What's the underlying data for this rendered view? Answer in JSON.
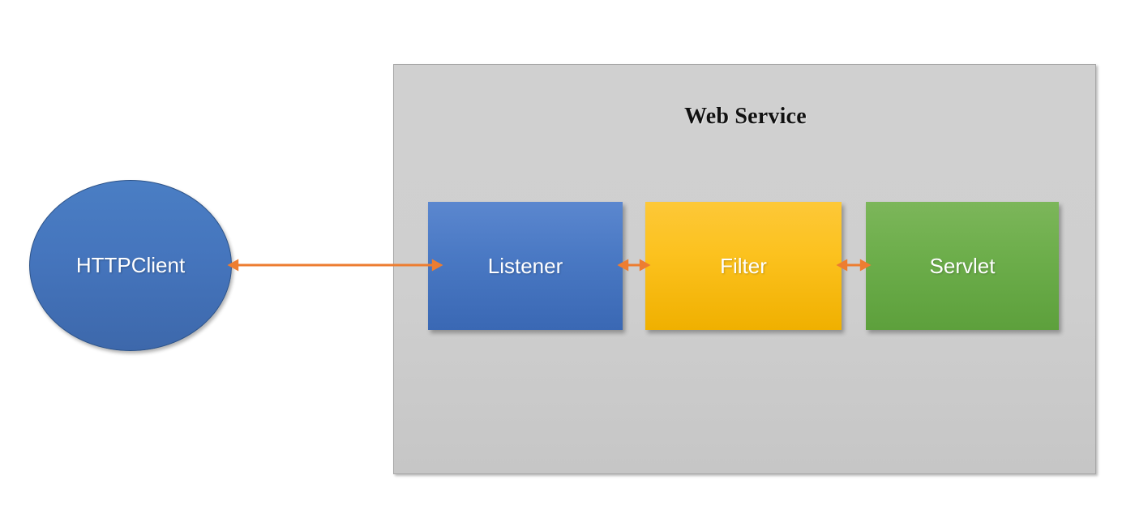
{
  "diagram": {
    "title": "Web Service",
    "background_color": "#ffffff",
    "panel": {
      "label": "Web Service",
      "fill_color": "#cfcfcf",
      "border_color": "#a6a6a6"
    },
    "client": {
      "label": "HTTPClient",
      "shape": "ellipse",
      "fill_color": "#4575bd",
      "text_color": "#ffffff"
    },
    "nodes": [
      {
        "id": "listener",
        "label": "Listener",
        "shape": "rectangle",
        "fill_color": "#4a79c4",
        "text_color": "#ffffff"
      },
      {
        "id": "filter",
        "label": "Filter",
        "shape": "rectangle",
        "fill_color": "#fcc21f",
        "text_color": "#ffffff"
      },
      {
        "id": "servlet",
        "label": "Servlet",
        "shape": "rectangle",
        "fill_color": "#6dae4b",
        "text_color": "#ffffff"
      }
    ],
    "connectors": [
      {
        "id": "client-to-listener",
        "from": "HTTPClient",
        "to": "Listener",
        "style": "double-headed-arrow",
        "color": "#ed7d31"
      },
      {
        "id": "listener-to-filter",
        "from": "Listener",
        "to": "Filter",
        "style": "double-headed-arrow",
        "color": "#ed7d31"
      },
      {
        "id": "filter-to-servlet",
        "from": "Filter",
        "to": "Servlet",
        "style": "double-headed-arrow",
        "color": "#ed7d31"
      }
    ]
  }
}
